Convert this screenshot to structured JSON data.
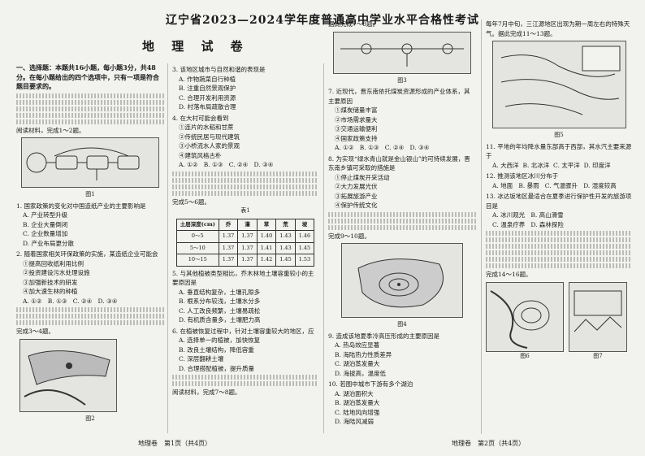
{
  "header": {
    "exam_title": "辽宁省2023—2024学年度普通高中学业水平合格性考试",
    "paper_title": "地 理 试 卷"
  },
  "col1": {
    "section_head": "一、选择题：本题共16小题，每小题3分，共48分。在每小题给出的四个选项中，只有一项是符合题目要求的。",
    "intro_note": "阅读材料，完成1～2题。",
    "fig1_caption": "图1",
    "q1": "1. 国家政策的变化对中国造纸产业的主要影响是",
    "q1_opts": [
      "A. 产业转型升级",
      "B. 企业大量倒闭",
      "C. 企业数量增加",
      "D. 产业布局更分散"
    ],
    "q2": "2. 随着国家相关环保政策的实施，某造纸企业可能会",
    "q2_opts": [
      "①提高回收纸利用比例",
      "②投资建设污水处理设施",
      "③加强新技术的研发",
      "④加大速生林的种植"
    ],
    "q2_answers": [
      "A. ①②",
      "B. ①③",
      "C. ②④",
      "D. ③④"
    ],
    "intro_3_4": "完成3～4题。",
    "fig2_caption": "图2"
  },
  "col2": {
    "q3": "3. 该地区城市与自然和谐的表现是",
    "q3_opts": [
      "A. 作物蔬菜自行种植",
      "B. 注重自然景观保护",
      "C. 合理开发利用资源",
      "D. 村落布局疏散合理"
    ],
    "q4": "4. 在大村可能会看到",
    "q4_opts": [
      "①连片的水稻和甘蔗",
      "②传统民居与现代建筑",
      "③小桥流水人家的景观",
      "④建筑风格古朴"
    ],
    "q4_answers": [
      "A. ①②",
      "B. ①③",
      "C. ②④",
      "D. ③④"
    ],
    "intro_5_6": "完成5～6题。",
    "table_caption": "表1",
    "table_headers": [
      "土层深度(cm)",
      "乔",
      "灌",
      "草",
      "荒",
      "坡"
    ],
    "table_rows": [
      [
        "0～5",
        "1.37",
        "1.37",
        "1.40",
        "1.43",
        "1.46"
      ],
      [
        "5～10",
        "1.37",
        "1.37",
        "1.41",
        "1.43",
        "1.45"
      ],
      [
        "10～15",
        "1.37",
        "1.37",
        "1.42",
        "1.45",
        "1.53"
      ]
    ],
    "q5": "5. 与其他植被类型相比，乔木林地土壤容重较小的主要原因是",
    "q5_opts": [
      "A. 垂直结构复杂，土壤孔隙多",
      "B. 根系分布较浅，土壤水分多",
      "C. 人工改良频繁，土壤易疏松",
      "D. 有机质含量多，土壤肥力高"
    ],
    "q6": "6. 在植被恢复过程中，针对土壤容重较大的地区，应",
    "q6_opts": [
      "A. 选择单一的植被，加快恢复",
      "B. 改良土壤结构，降低容重",
      "C. 深层翻耕土壤",
      "D. 合理搭配植被，提升质量"
    ],
    "intro_7_8": "阅读材料，完成7～8题。"
  },
  "col3": {
    "intro_7_8": "据此完成7～8题。",
    "fig3_caption": "图3",
    "q7": "7. 近现代，晋东南依托煤炭资源形成的产业体系，其主要原因",
    "q7_opts": [
      "①煤炭储量丰富",
      "②市场需求量大",
      "③交通运输便利",
      "④国家政策支持"
    ],
    "q7_answers": [
      "A. ①②",
      "B. ①③",
      "C. ②④",
      "D. ③④"
    ],
    "q8": "8. 为实现“绿水青山就是金山银山”的可持续发展，晋东南乡镇可采取的措施是",
    "q8_opts": [
      "①停止煤炭开采活动",
      "②大力发展光伏",
      "③拓展旅游产业",
      "④保护传统文化"
    ],
    "intro_9_10": "完成9～10题。",
    "fig4_caption": "图4",
    "q9": "9. 造成该地夏季冷高压形成的主要原因是",
    "q9_opts": [
      "A. 热岛效应显著",
      "B. 海陆热力性质差异",
      "C. 湖泊蒸发量大",
      "D. 海拔高，温度低"
    ],
    "q10": "10. 若图中城市下游有多个湖泊",
    "q10_opts": [
      "A. 湖泊面积大",
      "B. 湖泊蒸发量大",
      "C. 陆地风向增强",
      "D. 海陆风减弱"
    ]
  },
  "col4": {
    "intro_11_13": "每年7月中旬，三江源地区出现为期一周左右的特殊天气。据此完成11～13题。",
    "fig5_caption": "图5",
    "q11": "11. 平地的年均降水量东部高于西部，其水汽主要来源于",
    "q11_opts": [
      "A. 大西洋",
      "B. 北冰洋",
      "C. 太平洋",
      "D. 印度洋"
    ],
    "q12": "12. 推测该地区冰川分布于",
    "q12_opts": [
      "A. 地面",
      "B. 暴雨",
      "C. 气温骤升",
      "D. 湿度较高"
    ],
    "q13": "13. 冰达坂地区最适合在夏季进行保护性开发的旅游项目是",
    "q13_opts": [
      "A. 冰川观光",
      "B. 高山滑雪",
      "C. 温泉疗养",
      "D. 森林探险"
    ],
    "intro_14_16": "完成14～16题。",
    "fig6_caption": "图6",
    "fig7_caption": "图7"
  },
  "footer": {
    "left_page": "地理卷　第1页（共4页）",
    "right_page": "地理卷　第2页（共4页）"
  }
}
